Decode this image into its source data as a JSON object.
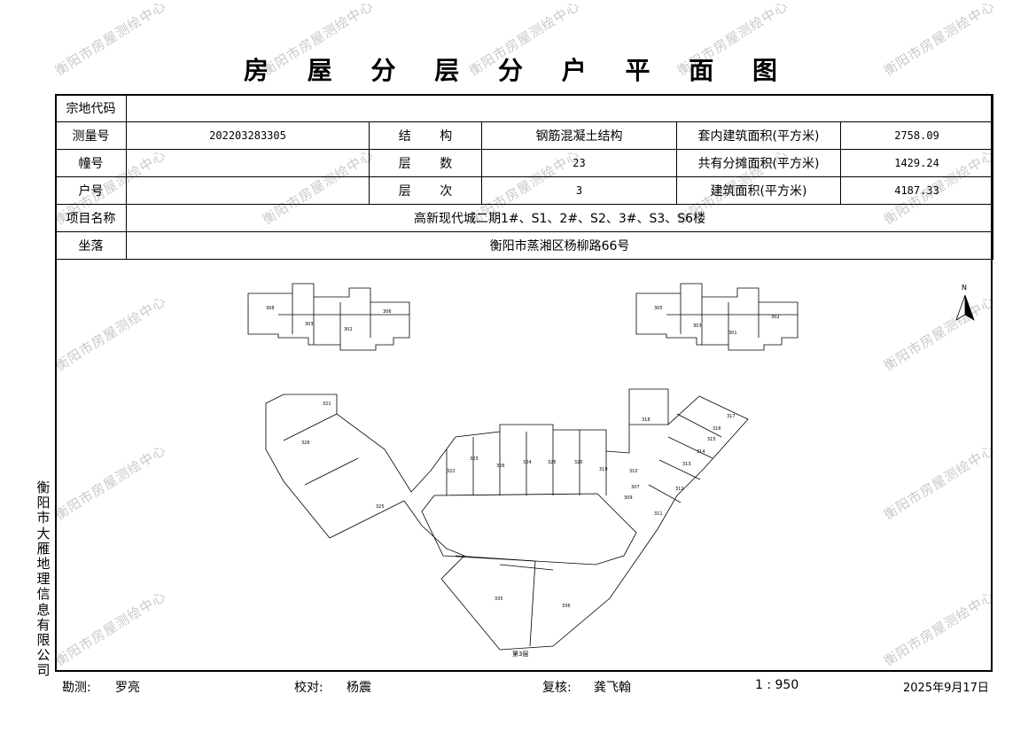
{
  "title": "房 屋 分 层 分 户 平 面 图",
  "table": {
    "zongdi_label": "宗地代码",
    "zongdi_value": "",
    "celiang_label": "测量号",
    "celiang_value": "202203283305",
    "jiegou_label": "结 构",
    "jiegou_value": "钢筋混凝土结构",
    "taonei_label": "套内建筑面积(平方米)",
    "taonei_value": "2758.09",
    "zhuang_label": "幢号",
    "zhuang_value": "",
    "cengshu_label": "层 数",
    "cengshu_value": "23",
    "gongyou_label": "共有分摊面积(平方米)",
    "gongyou_value": "1429.24",
    "hu_label": "户号",
    "hu_value": "",
    "cengci_label": "层 次",
    "cengci_value": "3",
    "jianzhu_label": "建筑面积(平方米)",
    "jianzhu_value": "4187.33",
    "xiangmu_label": "项目名称",
    "xiangmu_value": "高新现代城二期1#、S1、2#、S2、3#、S3、S6楼",
    "zuoluo_label": "坐落",
    "zuoluo_value": "衡阳市蒸湘区杨柳路66号"
  },
  "plan": {
    "floor_label": "第3层",
    "north_label": "N",
    "room_labels": [
      "308",
      "306",
      "303",
      "302",
      "305",
      "302",
      "303",
      "301",
      "326",
      "325",
      "323",
      "326",
      "324",
      "325",
      "320",
      "319",
      "318",
      "317",
      "316",
      "315",
      "314",
      "313",
      "312",
      "311",
      "310",
      "307",
      "309",
      "335",
      "336",
      "321",
      "322"
    ]
  },
  "side_text": "衡阳市大雁地理信息有限公司",
  "footer": {
    "survey_label": "勘测:",
    "survey_name": "罗亮",
    "check_label": "校对:",
    "check_name": "杨震",
    "review_label": "复核:",
    "review_name": "龚飞翰",
    "scale": "1 : 950",
    "date": "2025年9月17日"
  },
  "watermark": "衡阳市房屋测绘中心"
}
